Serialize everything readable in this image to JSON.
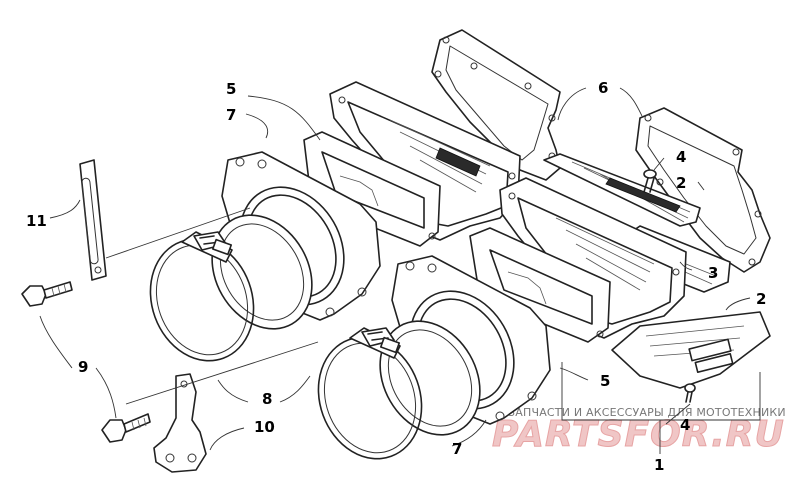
{
  "callouts": {
    "c1": "1",
    "c2a": "2",
    "c2b": "2",
    "c3": "3",
    "c4a": "4",
    "c4b": "4",
    "c5a": "5",
    "c5b": "5",
    "c6": "6",
    "c7a": "7",
    "c7b": "7",
    "c8": "8",
    "c9": "9",
    "c10": "10",
    "c11": "11"
  },
  "watermark": {
    "tagline": "ЗАПЧАСТИ И АКСЕССУАРЫ ДЛЯ МОТОТЕХНИКИ",
    "logo": "PARTSFOR.RU"
  }
}
